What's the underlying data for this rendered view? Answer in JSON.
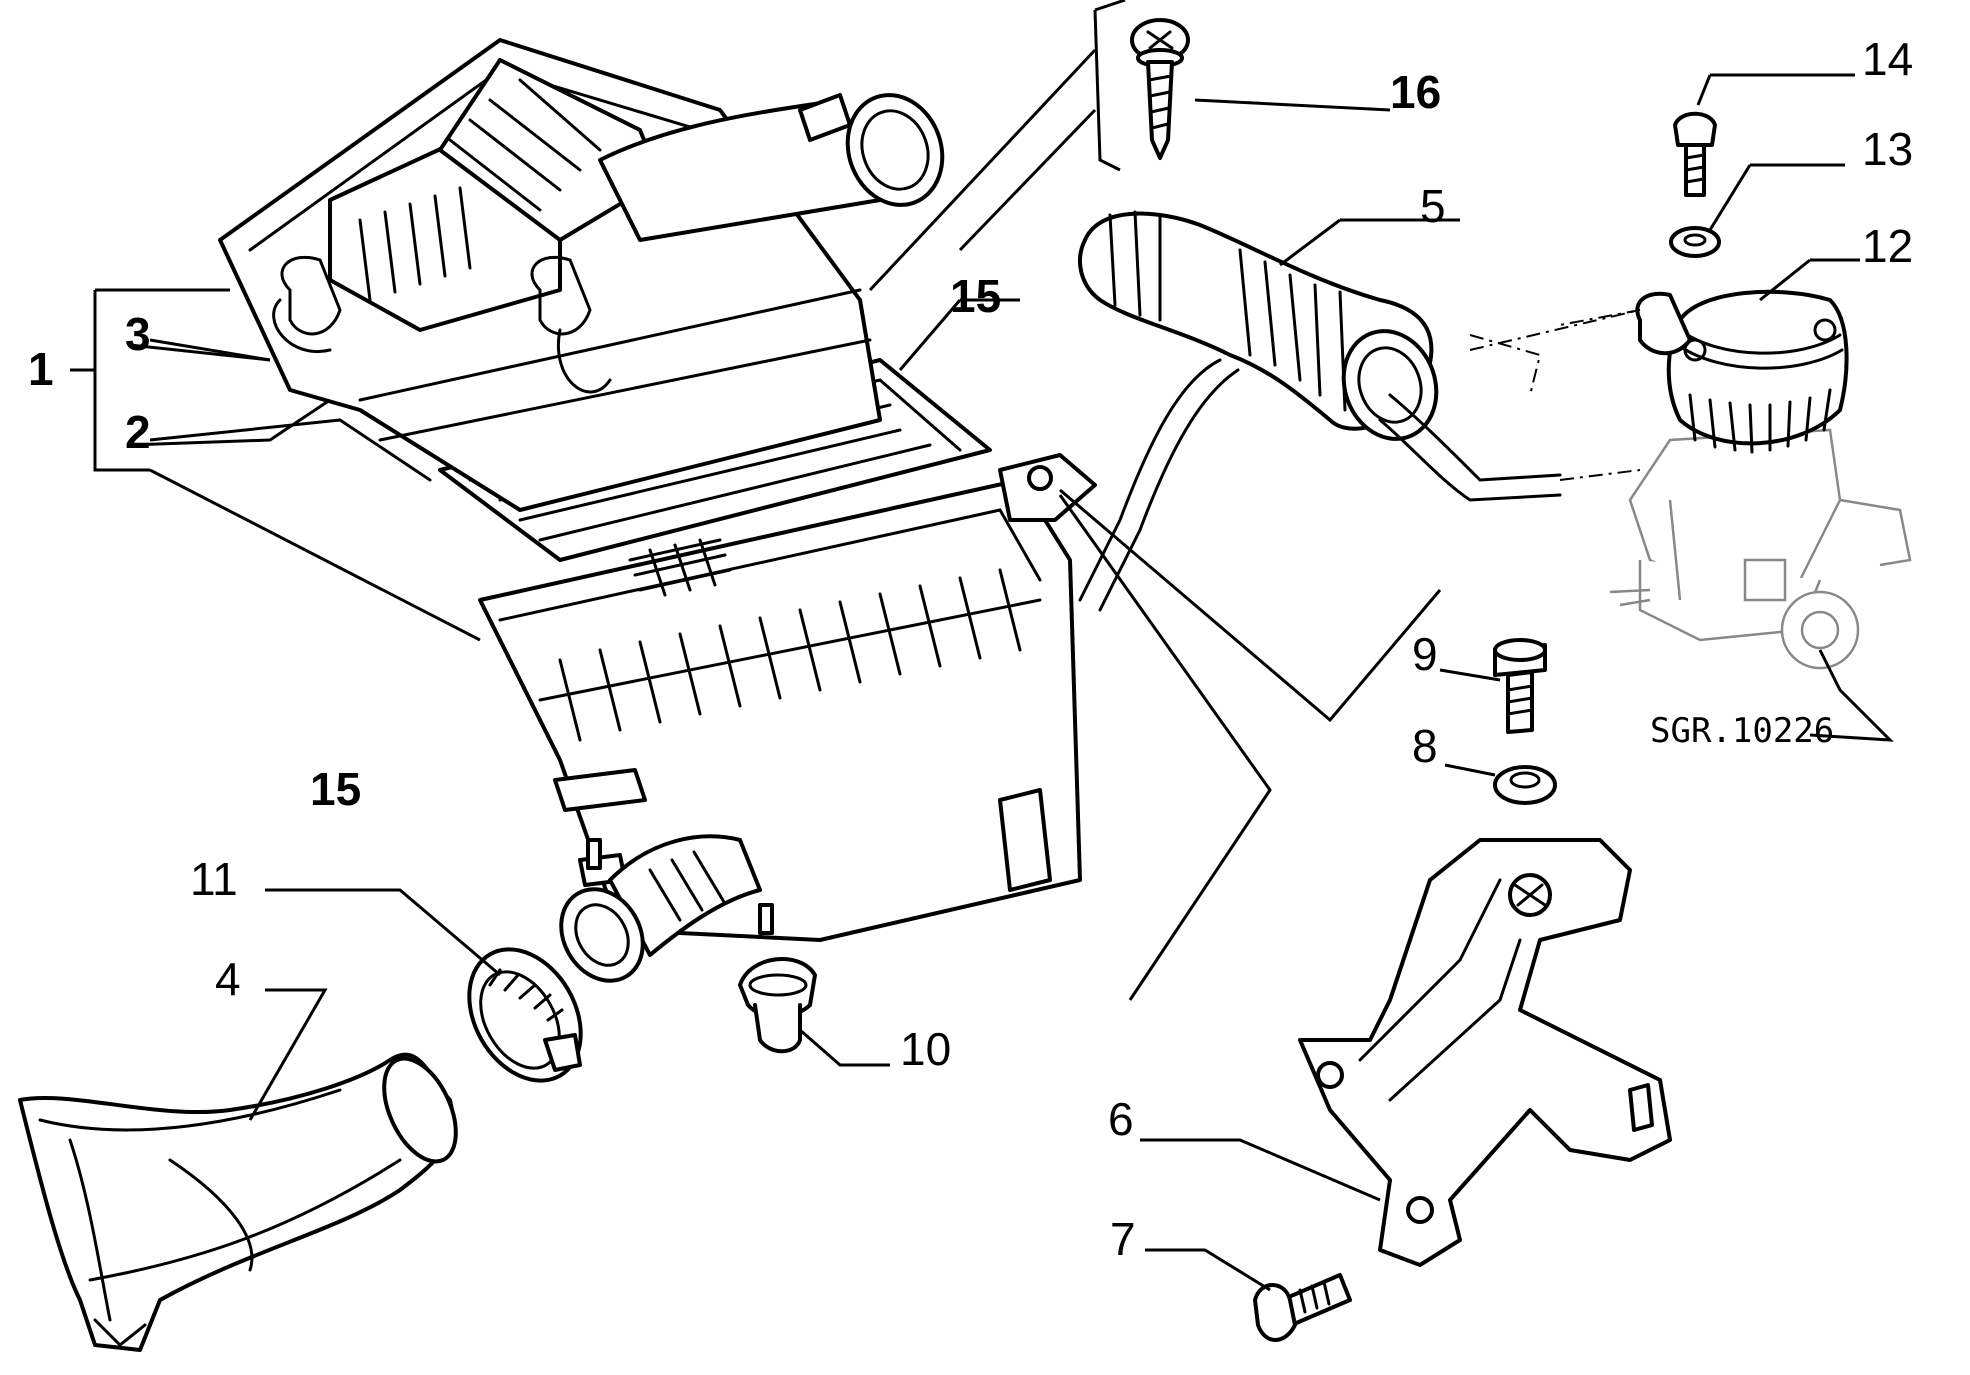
{
  "labels": {
    "l1": "1",
    "l2": "2",
    "l3": "3",
    "l4": "4",
    "l5": "5",
    "l6": "6",
    "l7": "7",
    "l8": "8",
    "l9": "9",
    "l10": "10",
    "l11": "11",
    "l12": "12",
    "l13": "13",
    "l14": "14",
    "l15a": "15",
    "l15b": "15",
    "l16": "16"
  },
  "drawing_code": "SGR.10226"
}
